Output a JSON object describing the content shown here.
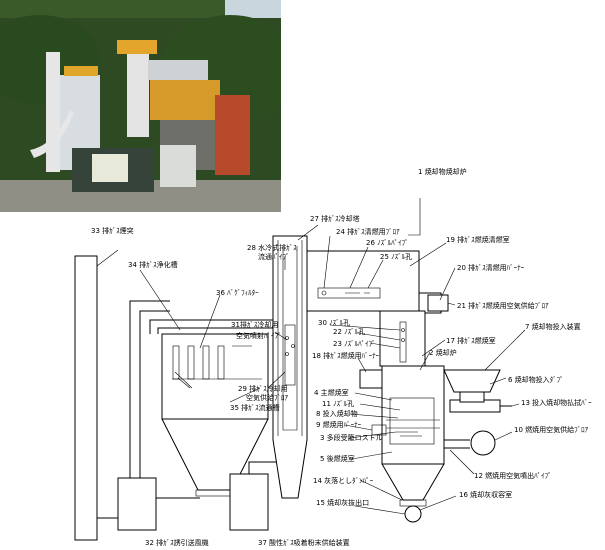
{
  "labels": {
    "l1": "1 焼却物焼却炉",
    "l2": "2 焼却炉",
    "l3": "3 多段受籠ロストル",
    "l4": "4 主燃焼室",
    "l5": "5 後燃焼室",
    "l6": "6 焼却物投入ﾀﾞﾌﾟ",
    "l7": "7 焼却物投入装置",
    "l8": "8 投入焼却物",
    "l9": "9 燃焼用ﾊﾞｰﾅｰ",
    "l10": "10 燃焼用空気供給ﾌﾞﾛｱ",
    "l11": "11 ﾉｽﾞﾙ孔",
    "l12": "12 燃焼用空気噴出ﾊﾟｲﾌﾟ",
    "l13": "13 投入焼却物払拭ﾊﾞｰ",
    "l14": "14 灰落としﾀﾞﾝﾊﾟｰ",
    "l15": "15 焼却灰抜出口",
    "l16": "16 焼却灰収容室",
    "l17": "17 排ｶﾞｽ燃焼室",
    "l18": "18 排ｶﾞｽ燃焼用ﾊﾞｰﾅｰ",
    "l19": "19 排ｶﾞｽ燃焼清燃室",
    "l20": "20 排ｶﾞｽ清燃用ﾊﾞｰﾅｰ",
    "l21": "21 排ｶﾞｽ燃焼用空気供給ﾌﾞﾛｱ",
    "l22": "22 ﾉｽﾞﾙ孔",
    "l23": "23 ﾉｽﾞﾙﾊﾟｲﾌﾟ",
    "l24": "24 排ｶﾞｽ清燃用ﾌﾞﾛｱ",
    "l25": "25 ﾉｽﾞﾙ孔",
    "l26": "26 ﾉｽﾞﾙﾊﾟｲﾌﾟ",
    "l27": "27 排ｶﾞｽ冷却塔",
    "l28a": "28 水冷式排ｶﾞｽ",
    "l28b": "流通ﾊﾟｲﾌﾟ",
    "l29a": "29 排ｶﾞｽ冷却用",
    "l29b": "空気供給ﾌﾞﾛｱ",
    "l30": "30 ﾉｽﾞﾙ孔",
    "l31a": "31排ｶﾞｽ冷却用",
    "l31b": "空気噴射ﾊﾟｲﾌﾟ",
    "l32": "32 排ｶﾞｽ誘引送風機",
    "l33": "33 排ｶﾞｽ煙突",
    "l34": "34 排ｶﾞｽ浄化槽",
    "l35": "35 排ｶﾞｽ流通槽",
    "l36": "36 ﾊﾞｸﾞﾌｨﾙﾀｰ",
    "l37": "37 酸性ｶﾞｽ吸着粉末供給装置"
  }
}
